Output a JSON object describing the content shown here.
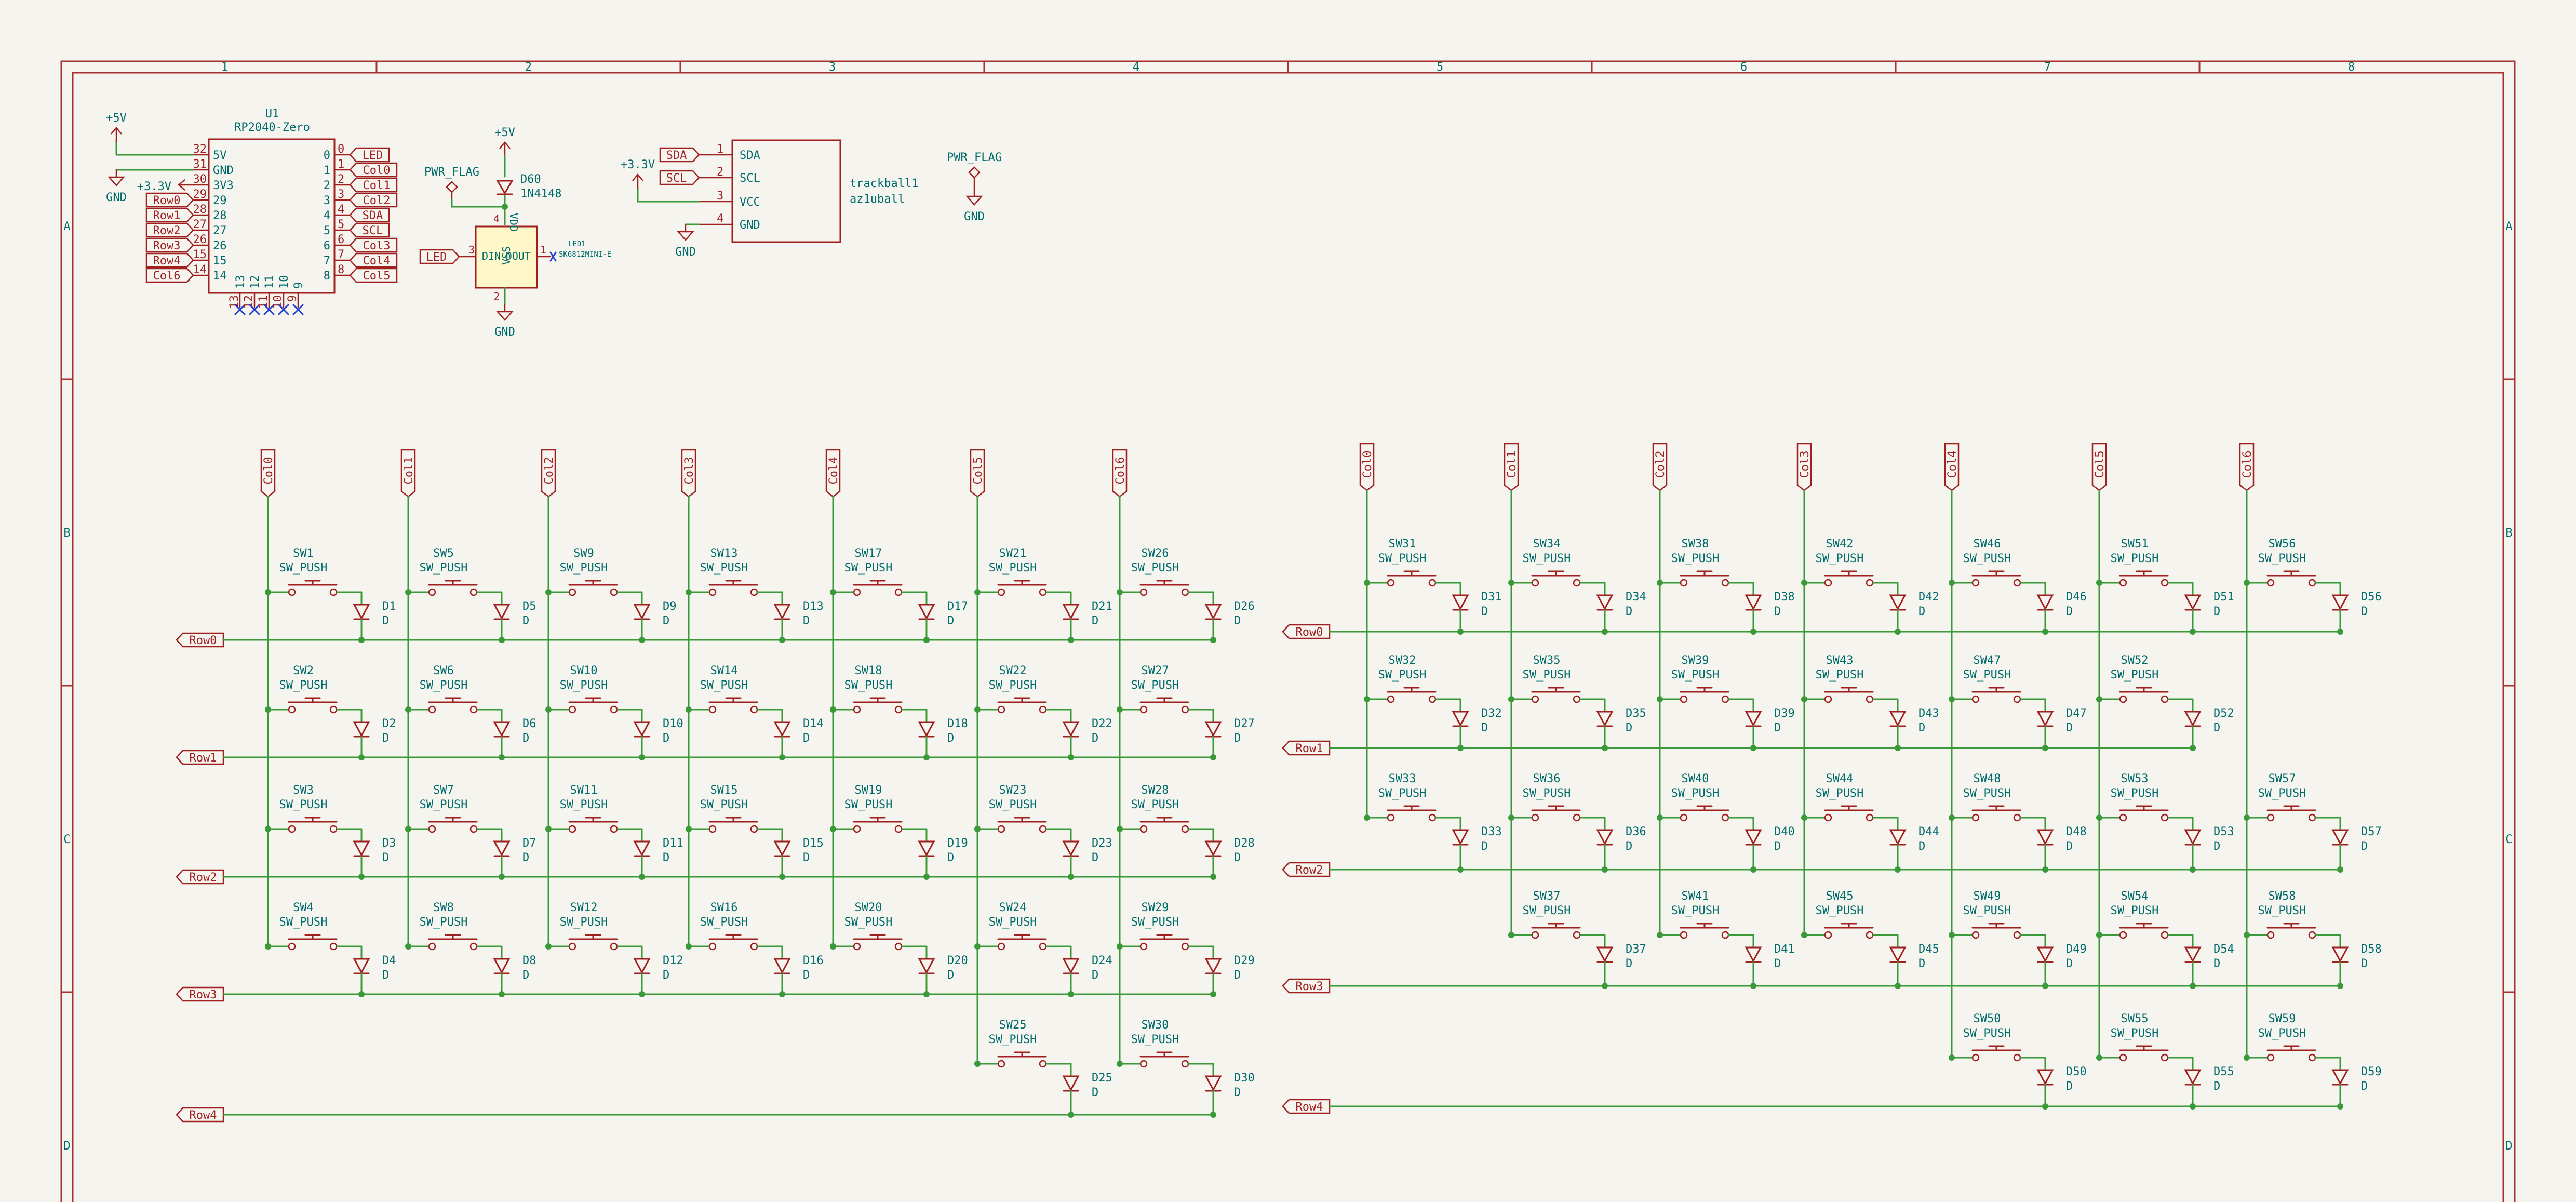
{
  "colors": {
    "background": "#f5f4ef",
    "frame": "#a83232",
    "wire": "#3a9a3a",
    "symbol": "#a02020",
    "pin": "#a02020",
    "text": "#006b6b",
    "symbol_fill": "#fff7c8",
    "noconnect": "#1f3fcf"
  },
  "frame": {
    "columns": [
      "1",
      "2",
      "3",
      "4",
      "5",
      "6",
      "7",
      "8"
    ],
    "rows": [
      "A",
      "B",
      "C",
      "D"
    ]
  },
  "top": {
    "u1": {
      "ref": "U1",
      "value": "RP2040-Zero",
      "left_pins": [
        {
          "num": "32",
          "name": "5V"
        },
        {
          "num": "31",
          "name": "GND"
        },
        {
          "num": "30",
          "name": "3V3"
        },
        {
          "num": "29",
          "name": "29"
        },
        {
          "num": "28",
          "name": "28"
        },
        {
          "num": "27",
          "name": "27"
        },
        {
          "num": "26",
          "name": "26"
        },
        {
          "num": "15",
          "name": "15"
        },
        {
          "num": "14",
          "name": "14"
        }
      ],
      "right_pins": [
        {
          "num": "0",
          "name": "0"
        },
        {
          "num": "1",
          "name": "1"
        },
        {
          "num": "2",
          "name": "2"
        },
        {
          "num": "3",
          "name": "3"
        },
        {
          "num": "4",
          "name": "4"
        },
        {
          "num": "5",
          "name": "5"
        },
        {
          "num": "6",
          "name": "6"
        },
        {
          "num": "7",
          "name": "7"
        },
        {
          "num": "8",
          "name": "8"
        }
      ],
      "bottom_pins": [
        "13",
        "12",
        "11",
        "10",
        "9"
      ],
      "left_labels": [
        "+3.3V",
        "Row0",
        "Row1",
        "Row2",
        "Row3",
        "Row4",
        "Col6"
      ],
      "right_labels": [
        "LED",
        "Col0",
        "Col1",
        "Col2",
        "SDA",
        "SCL",
        "Col3",
        "Col4",
        "Col5"
      ]
    },
    "power": {
      "p5v": "+5V",
      "gnd": "GND",
      "p33v": "+3.3V",
      "pwr_flag": "PWR_FLAG"
    },
    "d60": {
      "ref": "D60",
      "value": "1N4148"
    },
    "led1": {
      "ref": "LED1",
      "value": "SK6812MINI-E",
      "pins": [
        "DIN",
        "DOUT",
        "VDD",
        "VSS"
      ],
      "pin_nums": [
        "1",
        "2",
        "3",
        "4"
      ],
      "label": "LED"
    },
    "trackball": {
      "ref": "trackball1",
      "value": "az1uball",
      "pins": [
        "SDA",
        "SCL",
        "VCC",
        "GND"
      ],
      "pin_nums": [
        "1",
        "2",
        "3",
        "4"
      ],
      "labels": [
        "SDA",
        "SCL"
      ]
    }
  },
  "left_matrix": {
    "col_labels": [
      "Col0",
      "Col1",
      "Col2",
      "Col3",
      "Col4",
      "Col5",
      "Col6"
    ],
    "row_labels": [
      "Row0",
      "Row1",
      "Row2",
      "Row3",
      "Row4"
    ],
    "switch_value": "SW_PUSH",
    "diode_value": "D",
    "cells": [
      {
        "row": 0,
        "col": 0,
        "sw": "SW1",
        "d": "D1"
      },
      {
        "row": 0,
        "col": 1,
        "sw": "SW5",
        "d": "D5"
      },
      {
        "row": 0,
        "col": 2,
        "sw": "SW9",
        "d": "D9"
      },
      {
        "row": 0,
        "col": 3,
        "sw": "SW13",
        "d": "D13"
      },
      {
        "row": 0,
        "col": 4,
        "sw": "SW17",
        "d": "D17"
      },
      {
        "row": 0,
        "col": 5,
        "sw": "SW21",
        "d": "D21"
      },
      {
        "row": 0,
        "col": 6,
        "sw": "SW26",
        "d": "D26"
      },
      {
        "row": 1,
        "col": 0,
        "sw": "SW2",
        "d": "D2"
      },
      {
        "row": 1,
        "col": 1,
        "sw": "SW6",
        "d": "D6"
      },
      {
        "row": 1,
        "col": 2,
        "sw": "SW10",
        "d": "D10"
      },
      {
        "row": 1,
        "col": 3,
        "sw": "SW14",
        "d": "D14"
      },
      {
        "row": 1,
        "col": 4,
        "sw": "SW18",
        "d": "D18"
      },
      {
        "row": 1,
        "col": 5,
        "sw": "SW22",
        "d": "D22"
      },
      {
        "row": 1,
        "col": 6,
        "sw": "SW27",
        "d": "D27"
      },
      {
        "row": 2,
        "col": 0,
        "sw": "SW3",
        "d": "D3"
      },
      {
        "row": 2,
        "col": 1,
        "sw": "SW7",
        "d": "D7"
      },
      {
        "row": 2,
        "col": 2,
        "sw": "SW11",
        "d": "D11"
      },
      {
        "row": 2,
        "col": 3,
        "sw": "SW15",
        "d": "D15"
      },
      {
        "row": 2,
        "col": 4,
        "sw": "SW19",
        "d": "D19"
      },
      {
        "row": 2,
        "col": 5,
        "sw": "SW23",
        "d": "D23"
      },
      {
        "row": 2,
        "col": 6,
        "sw": "SW28",
        "d": "D28"
      },
      {
        "row": 3,
        "col": 0,
        "sw": "SW4",
        "d": "D4"
      },
      {
        "row": 3,
        "col": 1,
        "sw": "SW8",
        "d": "D8"
      },
      {
        "row": 3,
        "col": 2,
        "sw": "SW12",
        "d": "D12"
      },
      {
        "row": 3,
        "col": 3,
        "sw": "SW16",
        "d": "D16"
      },
      {
        "row": 3,
        "col": 4,
        "sw": "SW20",
        "d": "D20"
      },
      {
        "row": 3,
        "col": 5,
        "sw": "SW24",
        "d": "D24"
      },
      {
        "row": 3,
        "col": 6,
        "sw": "SW29",
        "d": "D29"
      },
      {
        "row": 4,
        "col": 5,
        "sw": "SW25",
        "d": "D25"
      },
      {
        "row": 4,
        "col": 6,
        "sw": "SW30",
        "d": "D30"
      }
    ]
  },
  "right_matrix": {
    "col_labels": [
      "Col0",
      "Col1",
      "Col2",
      "Col3",
      "Col4",
      "Col5",
      "Col6"
    ],
    "row_labels": [
      "Row0",
      "Row1",
      "Row2",
      "Row3",
      "Row4"
    ],
    "switch_value": "SW_PUSH",
    "diode_value": "D",
    "cells": [
      {
        "row": 0,
        "col": 0,
        "sw": "SW31",
        "d": "D31"
      },
      {
        "row": 0,
        "col": 1,
        "sw": "SW34",
        "d": "D34"
      },
      {
        "row": 0,
        "col": 2,
        "sw": "SW38",
        "d": "D38"
      },
      {
        "row": 0,
        "col": 3,
        "sw": "SW42",
        "d": "D42"
      },
      {
        "row": 0,
        "col": 4,
        "sw": "SW46",
        "d": "D46"
      },
      {
        "row": 0,
        "col": 5,
        "sw": "SW51",
        "d": "D51"
      },
      {
        "row": 0,
        "col": 6,
        "sw": "SW56",
        "d": "D56"
      },
      {
        "row": 1,
        "col": 0,
        "sw": "SW32",
        "d": "D32"
      },
      {
        "row": 1,
        "col": 1,
        "sw": "SW35",
        "d": "D35"
      },
      {
        "row": 1,
        "col": 2,
        "sw": "SW39",
        "d": "D39"
      },
      {
        "row": 1,
        "col": 3,
        "sw": "SW43",
        "d": "D43"
      },
      {
        "row": 1,
        "col": 4,
        "sw": "SW47",
        "d": "D47"
      },
      {
        "row": 1,
        "col": 5,
        "sw": "SW52",
        "d": "D52"
      },
      {
        "row": 2,
        "col": 0,
        "sw": "SW33",
        "d": "D33"
      },
      {
        "row": 2,
        "col": 1,
        "sw": "SW36",
        "d": "D36"
      },
      {
        "row": 2,
        "col": 2,
        "sw": "SW40",
        "d": "D40"
      },
      {
        "row": 2,
        "col": 3,
        "sw": "SW44",
        "d": "D44"
      },
      {
        "row": 2,
        "col": 4,
        "sw": "SW48",
        "d": "D48"
      },
      {
        "row": 2,
        "col": 5,
        "sw": "SW53",
        "d": "D53"
      },
      {
        "row": 2,
        "col": 6,
        "sw": "SW57",
        "d": "D57"
      },
      {
        "row": 3,
        "col": 1,
        "sw": "SW37",
        "d": "D37"
      },
      {
        "row": 3,
        "col": 2,
        "sw": "SW41",
        "d": "D41"
      },
      {
        "row": 3,
        "col": 3,
        "sw": "SW45",
        "d": "D45"
      },
      {
        "row": 3,
        "col": 4,
        "sw": "SW49",
        "d": "D49"
      },
      {
        "row": 3,
        "col": 5,
        "sw": "SW54",
        "d": "D54"
      },
      {
        "row": 3,
        "col": 6,
        "sw": "SW58",
        "d": "D58"
      },
      {
        "row": 4,
        "col": 4,
        "sw": "SW50",
        "d": "D50"
      },
      {
        "row": 4,
        "col": 5,
        "sw": "SW55",
        "d": "D55"
      },
      {
        "row": 4,
        "col": 6,
        "sw": "SW59",
        "d": "D59"
      }
    ]
  }
}
